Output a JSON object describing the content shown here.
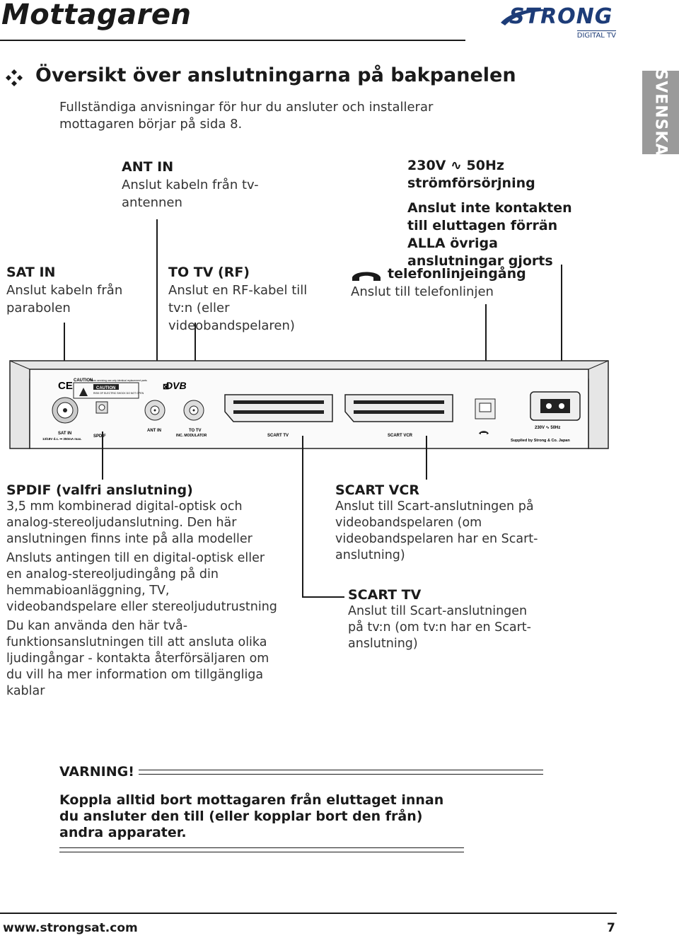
{
  "header": {
    "title": "Mottagaren",
    "logo_text": "STRONG",
    "logo_sub": "DIGITAL TV"
  },
  "side_tab": "SVENSKA",
  "section": {
    "title": "Översikt över anslutningarna på bakpanelen",
    "intro": "Fullständiga anvisningar för hur du ansluter och installerar mottagaren börjar på sida 8."
  },
  "labels": {
    "ant_in": {
      "title": "ANT IN",
      "desc": "Anslut kabeln från tv-antennen"
    },
    "power": {
      "title": "230V ∿ 50Hz strömförsörjning",
      "warning": "Anslut inte kontakten till eluttagen förrän ALLA övriga anslutningar gjorts"
    },
    "sat_in": {
      "title": "SAT IN",
      "desc": "Anslut kabeln från parabolen"
    },
    "to_tv": {
      "title": "TO TV (RF)",
      "desc": "Anslut en RF-kabel till tv:n (eller videobandspelaren)"
    },
    "phone": {
      "title": "telefonlinjeingång",
      "desc": "Anslut till telefonlinjen"
    },
    "spdif": {
      "title": "SPDIF (valfri anslutning)",
      "p1": "3,5 mm kombinerad digital-optisk och analog-stereoljudanslutning. Den här anslutningen finns inte på alla modeller",
      "p2": "Ansluts antingen till en digital-optisk eller en analog-stereoljudingång på din hemmabioanläggning, TV, videobandspelare eller stereoljudutrustning",
      "p3": "Du kan använda den här två-funktionsanslutningen till att ansluta olika ljudingångar - kontakta återförsäljaren om du vill ha mer information om tillgängliga kablar"
    },
    "scart_vcr": {
      "title": "SCART VCR",
      "desc": "Anslut till Scart-anslutningen på videobandspelaren (om videobandspelaren har en Scart-anslutning)"
    },
    "scart_tv": {
      "title": "SCART TV",
      "desc": "Anslut till Scart-anslutningen på tv:n (om tv:n har en Scart-anslutning)"
    }
  },
  "panel": {
    "ce": "CE",
    "caution_hdr": "CAUTION",
    "caution_small": "When servicing use only identical replacement parts",
    "caution_box": "CAUTION",
    "caution_box_sub": "RISK OF ELECTRIC SHOCK DO NOT OPEN",
    "dvb": "DVB",
    "sat_in": "SAT IN",
    "sat_spec": "13/18V d.c. ⎓ 350mA max.",
    "spdif": "SPDIF",
    "ant_in": "ANT IN",
    "to_tv": "TO TV",
    "inc_mod": "INC. MODULATOR",
    "scart_tv": "SCART TV",
    "scart_vcr": "SCART VCR",
    "power": "230V ∿ 50Hz",
    "supplied": "Supplied by Strong & Co. Japan"
  },
  "warning": {
    "title": "VARNING!",
    "text": "Koppla alltid bort mottagaren från eluttaget innan du ansluter den till (eller kopplar bort den från) andra apparater."
  },
  "footer": {
    "url": "www.strongsat.com",
    "page": "7"
  }
}
